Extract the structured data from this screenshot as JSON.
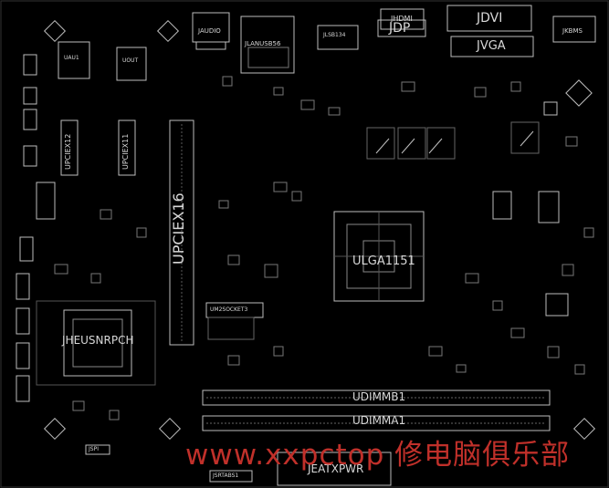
{
  "labels": {
    "audio": "JAUDIO",
    "lanusb": "JLANUSB56",
    "usb34": "JLSB134",
    "hdmi": "JHDMI",
    "dp": "JDP",
    "dvi": "JDVI",
    "vga": "JVGA",
    "kbms": "JKBMS",
    "uau1": "UAU1",
    "uout": "UOUT",
    "pciex1_2": "UPCIEX12",
    "pciex1_1": "UPCIEX11",
    "pciex16": "UPCIEX16",
    "cpu_socket": "ULGA1151",
    "m2": "UM2SOCKET3",
    "pch": "JHEUSNRPCH",
    "dimm_b1": "UDIMMB1",
    "dimm_a1": "UDIMMA1",
    "atx_power": "JEATXPWR",
    "jspi": "JSPI",
    "jrtabs": "JSRTABS1"
  },
  "watermark": "www.xxpctop 修电脑俱乐部",
  "colors": {
    "background": "#000000",
    "trace": "#c8c8c8",
    "watermark": "#c0302a"
  }
}
